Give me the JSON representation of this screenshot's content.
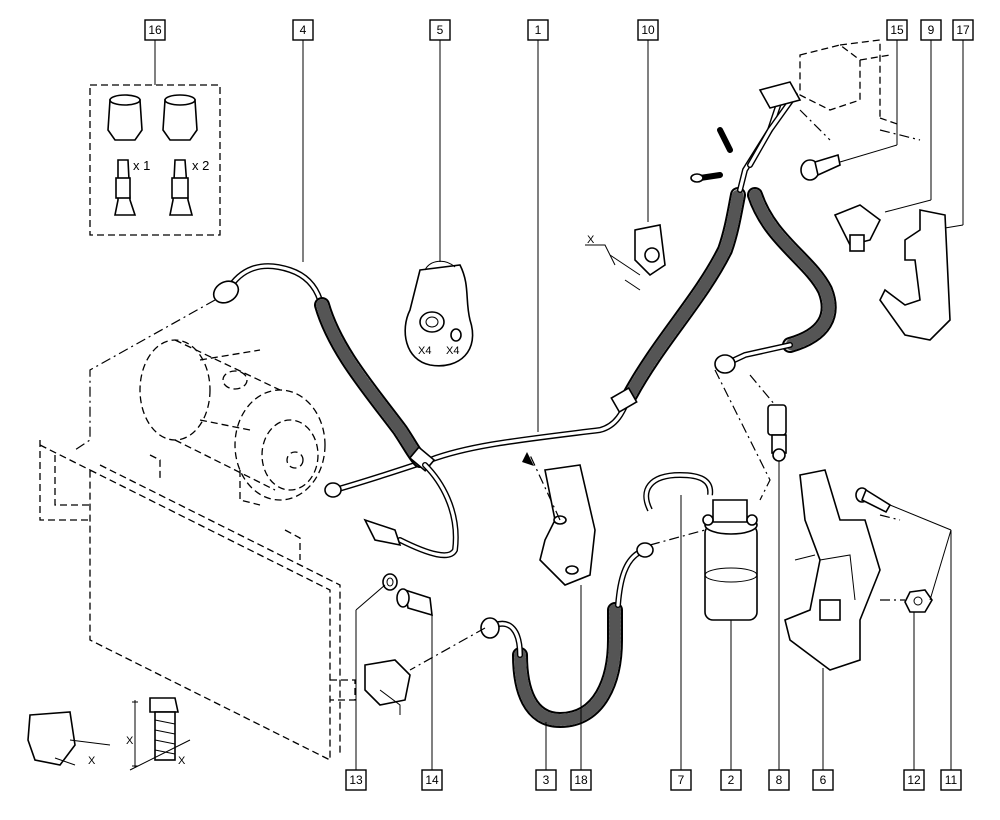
{
  "callouts": {
    "c16": "16",
    "c4": "4",
    "c5": "5",
    "c1": "1",
    "c10": "10",
    "c15": "15",
    "c9": "9",
    "c17": "17",
    "c13": "13",
    "c14": "14",
    "c3": "3",
    "c18": "18",
    "c7": "7",
    "c2": "2",
    "c8": "8",
    "c6": "6",
    "c12": "12",
    "c11": "11"
  },
  "annotations": {
    "qty_x1": "x 1",
    "qty_x2": "x 2",
    "seal_x4_a": "X4",
    "seal_x4_b": "X4",
    "dim_x_clip": "X",
    "dim_x_left1": "X",
    "dim_x_left2": "X",
    "dim_x_left3": "X"
  }
}
